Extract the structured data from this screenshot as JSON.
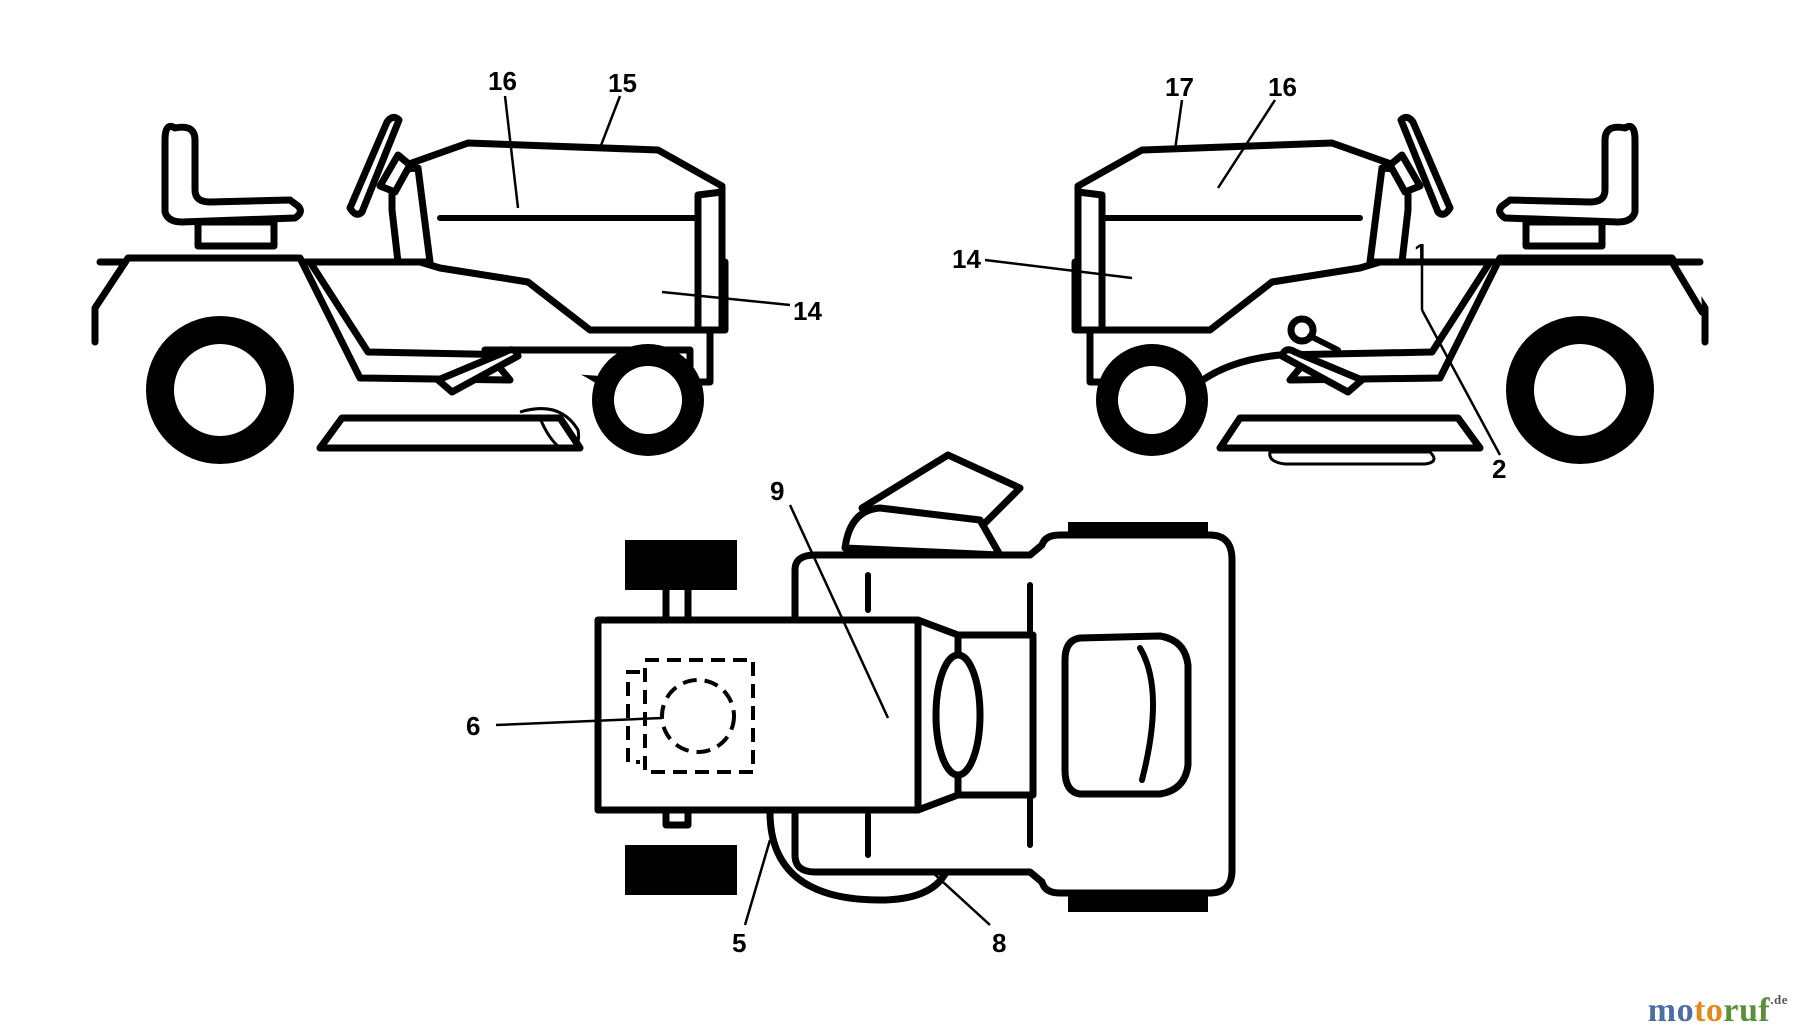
{
  "callouts": {
    "left_16": "16",
    "left_15": "15",
    "left_14": "14",
    "right_17": "17",
    "right_16": "16",
    "right_14": "14",
    "right_1": "1",
    "right_2": "2",
    "top_9": "9",
    "top_6": "6",
    "top_5": "5",
    "top_8": "8"
  },
  "watermark": {
    "part1": "mo",
    "part2": "to",
    "part3": "ruf",
    "tld": ".de"
  },
  "colors": {
    "line": "#000000",
    "background": "#ffffff",
    "watermark_blue": "#4a6fa5",
    "watermark_orange": "#e08a1e",
    "watermark_green": "#5a8f3c"
  }
}
